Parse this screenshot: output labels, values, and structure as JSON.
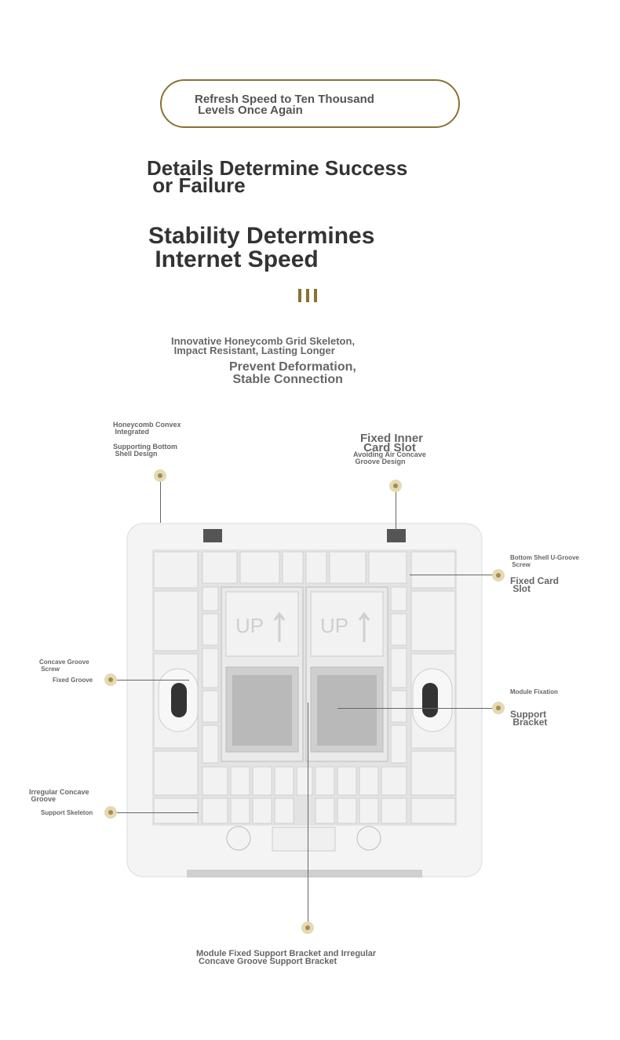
{
  "banner": {
    "text": "Refresh Speed to Ten Thousand\n Levels Once Again"
  },
  "headline1": "Details Determine Success\n or Failure",
  "headline2": "Stability Determines\n Internet Speed",
  "subtitle1": "Innovative Honeycomb Grid Skeleton,\n Impact Resistant, Lasting Longer",
  "subtitle2": "Prevent Deformation,\n Stable Connection",
  "callouts": {
    "honeycomb": "Honeycomb Convex\n Integrated",
    "supporting": "Supporting Bottom\n Shell Design",
    "fixed_inner": "Fixed Inner\n Card Slot",
    "avoiding": "Avoiding Air Concave\n Groove Design",
    "bottom_shell": "Bottom Shell U-Groove\n Screw",
    "fixed_card": "Fixed Card\n Slot",
    "concave_screw": "Concave Groove\n Screw",
    "fixed_groove": "Fixed Groove",
    "module_fixation": "Module Fixation",
    "support_bracket": "Support\n Bracket",
    "irregular": "Irregular Concave\n Groove",
    "support_skeleton": "Support Skeleton",
    "bottom": "Module Fixed Support Bracket and Irregular\n Concave Groove Support Bracket"
  },
  "product": {
    "up_label_left": "UP",
    "up_label_right": "UP"
  },
  "colors": {
    "accent": "#8a7134",
    "dot": "#e5d9b6"
  }
}
